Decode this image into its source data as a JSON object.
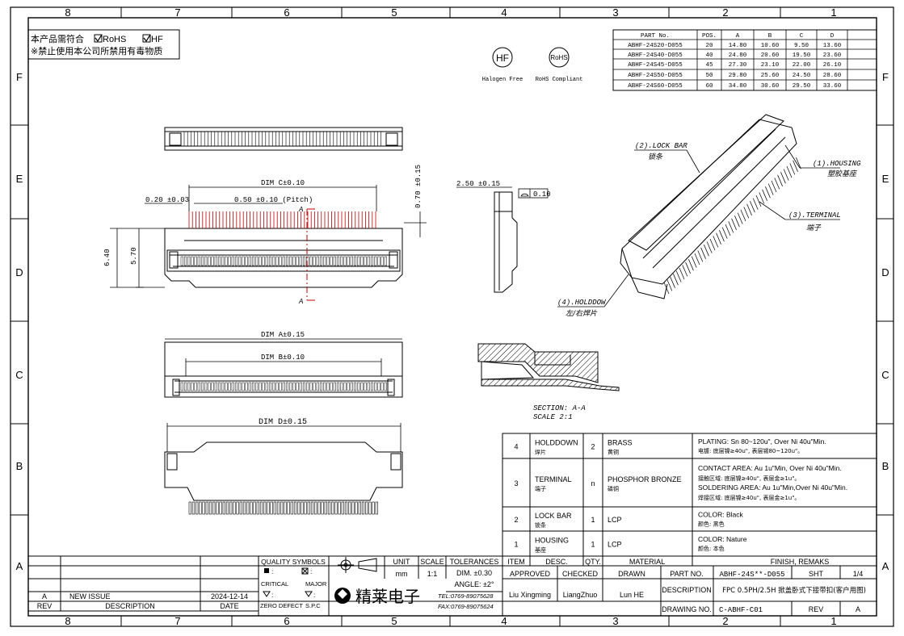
{
  "grid": {
    "columns": [
      "8",
      "7",
      "6",
      "5",
      "4",
      "3",
      "2",
      "1"
    ],
    "rows": [
      "F",
      "E",
      "D",
      "C",
      "B",
      "A"
    ]
  },
  "notes": {
    "line1_prefix": "本产品需符合",
    "rohs": "RoHS",
    "hf": "HF",
    "line2": "※禁止使用本公司所禁用有毒物质"
  },
  "logos": {
    "hf_mark": "HF",
    "hf_caption": "Halogen Free",
    "rohs_mark": "RoHS",
    "rohs_caption": "RoHS Compliant"
  },
  "part_table": {
    "headers": [
      "PART No.",
      "POS.",
      "A",
      "B",
      "C",
      "D"
    ],
    "rows": [
      [
        "ABHF-24S20-D055",
        "20",
        "14.80",
        "10.60",
        "9.50",
        "13.60"
      ],
      [
        "ABHF-24S40-D055",
        "40",
        "24.80",
        "20.60",
        "19.50",
        "23.60"
      ],
      [
        "ABHF-24S45-D055",
        "45",
        "27.30",
        "23.10",
        "22.00",
        "26.10"
      ],
      [
        "ABHF-24S50-D055",
        "50",
        "29.80",
        "25.60",
        "24.50",
        "28.60"
      ],
      [
        "ABHF-24S60-D055",
        "60",
        "34.80",
        "30.60",
        "29.50",
        "33.60"
      ]
    ]
  },
  "dims": {
    "dim_c": "DIM C±0.10",
    "pitch_a": "0.20 ±0.03",
    "pitch": "0.50 ±0.10 (Pitch)",
    "h070": "0.70 ±0.15",
    "h640": "6.40",
    "h570": "5.70",
    "dim_a": "DIM A±0.15",
    "dim_b": "DIM B±0.10",
    "dim_d": "DIM D±0.15",
    "w250": "2.50 ±0.15",
    "flat": "0.10",
    "section_mark": "A"
  },
  "callouts": {
    "lock_bar": "(2).LOCK BAR",
    "lock_bar_cn": "锁条",
    "housing": "(1).HOUSING",
    "housing_cn": "塑胶基座",
    "terminal": "(3).TERMINAL",
    "terminal_cn": "端子",
    "holddown": "(4).HOLDDOW",
    "holddown_cn": "左/右焊片"
  },
  "section": {
    "title": "SECTION: A-A",
    "scale": "SCALE  2:1"
  },
  "bom": [
    {
      "item": "4",
      "name": "HOLDDOWN",
      "name_cn": "焊片",
      "qty": "2",
      "material": "BRASS",
      "material_cn": "黄铜",
      "finish": [
        "PLATING: Sn 80~120u\", Over Ni 40u\"Min.",
        "电镀: 底层镍≥40u\", 表层锡80~120u\"。"
      ]
    },
    {
      "item": "3",
      "name": "TERMINAL",
      "name_cn": "端子",
      "qty": "n",
      "material": "PHOSPHOR BRONZE",
      "material_cn": "磷铜",
      "finish": [
        "CONTACT AREA: Au 1u\"Min, Over Ni 40u\"Min.",
        "接触区域: 底层镍≥40u\", 表层金≥1u\"。",
        "SOLDERING AREA: Au 1u\"Min,Over Ni 40u\"Min.",
        "焊接区域: 底层镍≥40u\", 表层金≥1u\"。"
      ]
    },
    {
      "item": "2",
      "name": "LOCK BAR",
      "name_cn": "锁条",
      "qty": "1",
      "material": "LCP",
      "material_cn": "",
      "finish": [
        "COLOR: Black",
        "颜色: 黑色"
      ]
    },
    {
      "item": "1",
      "name": "HOUSING",
      "name_cn": "基座",
      "qty": "1",
      "material": "LCP",
      "material_cn": "",
      "finish": [
        "COLOR: Nature",
        "颜色: 本色"
      ]
    }
  ],
  "bom_header": {
    "item": "ITEM",
    "desc": "DESC.",
    "qty": "QTY.",
    "material": "MATERIAL",
    "finish": "FINISH, REMAKS"
  },
  "title_block": {
    "quality_symbols": "QUALITY SYMBOLS",
    "critical": "CRITICAL",
    "major": "MAJOR",
    "zero_defect": "ZERO DEFECT",
    "spc": "S.P.C",
    "unit_label": "UNIT",
    "unit": "mm",
    "scale_label": "SCALE",
    "scale": "1:1",
    "tolerances": "TOLERANCES",
    "dim_tol": "DIM. ±0.30",
    "angle_tol": "ANGLE: ±2°",
    "approved": "APPROVED",
    "checked": "CHECKED",
    "drawn": "DRAWN",
    "approver": "Liu Xingming",
    "checker": "LiangZhuo",
    "drawer": "Lun HE",
    "part_no_label": "PART NO.",
    "part_no": "ABHF-24S**-D055",
    "sht_label": "SHT",
    "sht": "1/4",
    "description_label": "DESCRIPTION",
    "description": "FPC 0.5PH/2.5H 掀盖卧式下接带扣(客户用图)",
    "drawing_no_label": "DRAWING NO.",
    "drawing_no": "C-ABHF-C01",
    "rev_label": "REV",
    "rev": "A",
    "company": "精莱电子",
    "tel": "TEL:0769-89075628",
    "fax": "FAX:0769-89075624"
  },
  "revision": {
    "rev": "A",
    "description": "NEW ISSUE",
    "date": "2024-12-14",
    "rev_header": "REV",
    "desc_header": "DESCRIPTION",
    "date_header": "DATE"
  }
}
